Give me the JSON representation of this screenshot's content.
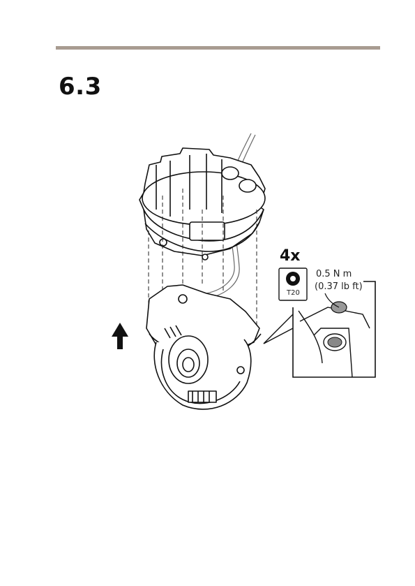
{
  "header": {
    "rule_color": "#a89c91"
  },
  "step": {
    "number": "6.3"
  },
  "figure": {
    "quantity": "4x",
    "bit": "T20",
    "torque_metric": "0.5 N m",
    "torque_imperial": "(0.37 lb ft)",
    "icons": [
      "torx-bit-icon",
      "up-arrow-icon",
      "camera-dome-icon",
      "mounting-bracket-icon",
      "cable-icon",
      "screw-detail-icon"
    ]
  }
}
